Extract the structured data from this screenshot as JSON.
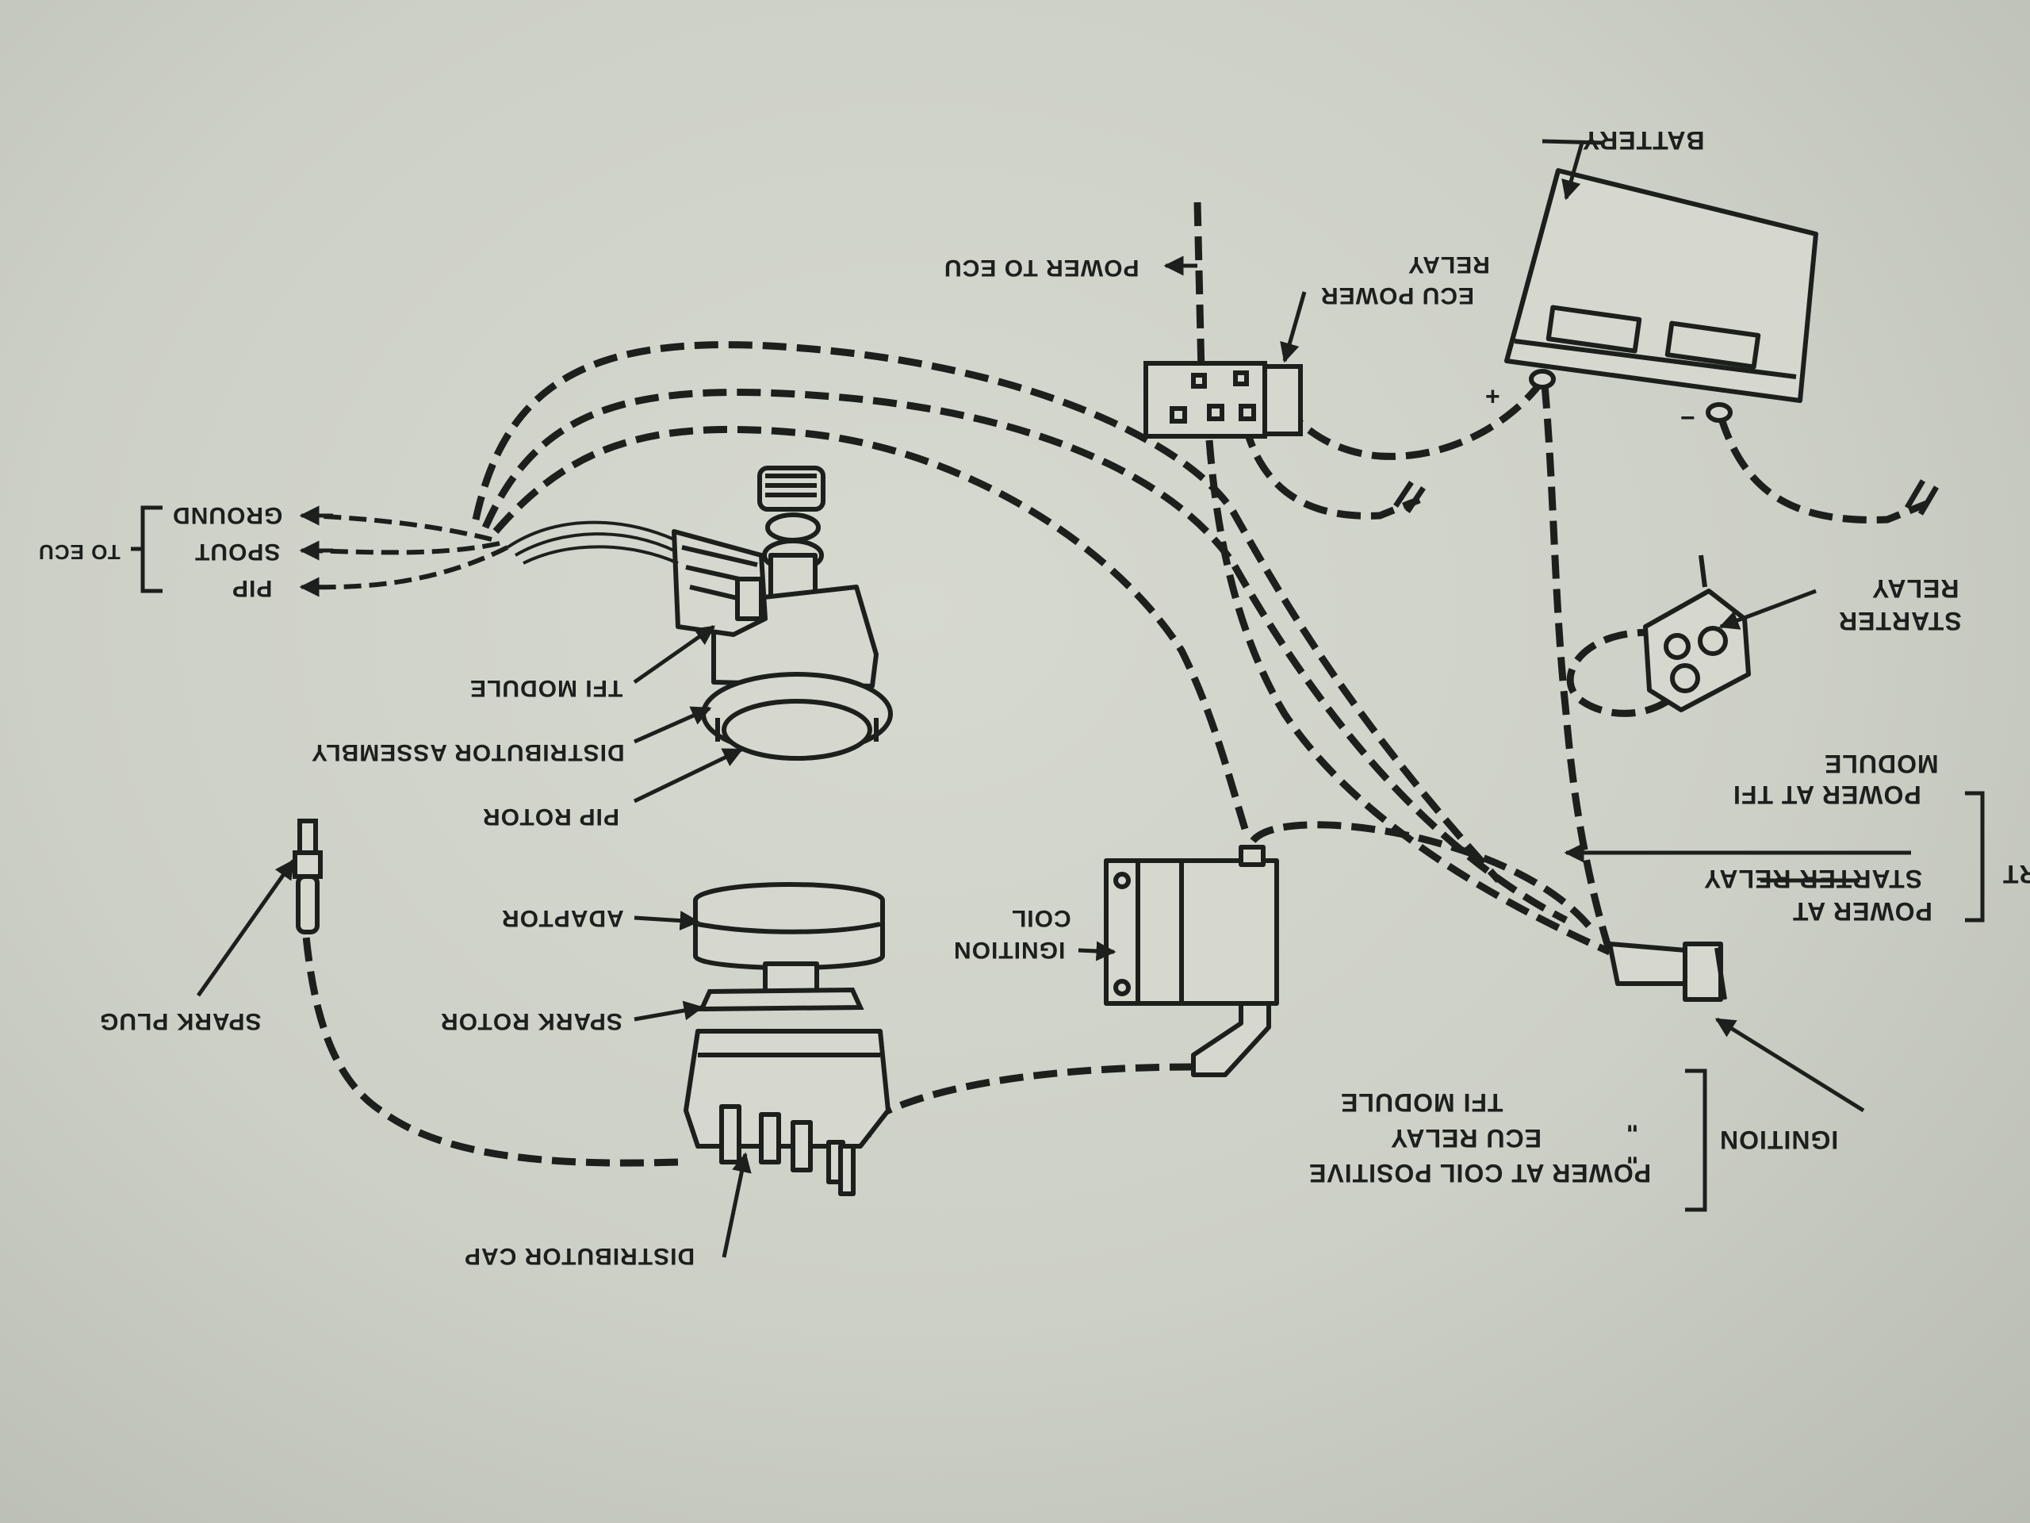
{
  "labels": {
    "battery": "BATTERY",
    "ecu_power_relay_line1": "ECU POWER",
    "ecu_power_relay_line2": "RELAY",
    "power_to_ecu": "POWER TO ECU",
    "to_ecu": "TO ECU",
    "pip": "PIP",
    "spout": "SPOUT",
    "ground": "GROUND",
    "tfi_module": "TFI MODULE",
    "distributor_assembly": "DISTRIBUTOR ASSEMBLY",
    "pip_rotor": "PIP ROTOR",
    "adaptor": "ADAPTOR",
    "spark_rotor": "SPARK ROTOR",
    "spark_plug": "SPARK PLUG",
    "distributor_cap": "DISTRIBUTOR CAP",
    "ignition_coil_line1": "IGNITION",
    "ignition_coil_line2": "COIL",
    "starter_relay_line1": "STARTER",
    "starter_relay_line2": "RELAY",
    "power_tfi_line1": "POWER AT TFI",
    "power_tfi_line2": "MODULE",
    "power_starter_line1": "POWER AT",
    "power_starter_line2": "STARTER RELAY",
    "cropped_rt": "RT",
    "ignition": "IGNITION",
    "power_coil_positive": "POWER AT COIL POSITIVE",
    "ecu_relay": "ECU RELAY",
    "tfi_module_2": "TFI MODULE",
    "ditto_1": "\"",
    "ditto_2": "\"",
    "plus": "+",
    "minus": "−"
  },
  "colors": {
    "ink": "#1d1f1c",
    "paper": "#d3d6cd",
    "shadow": "#b6b9b0"
  }
}
